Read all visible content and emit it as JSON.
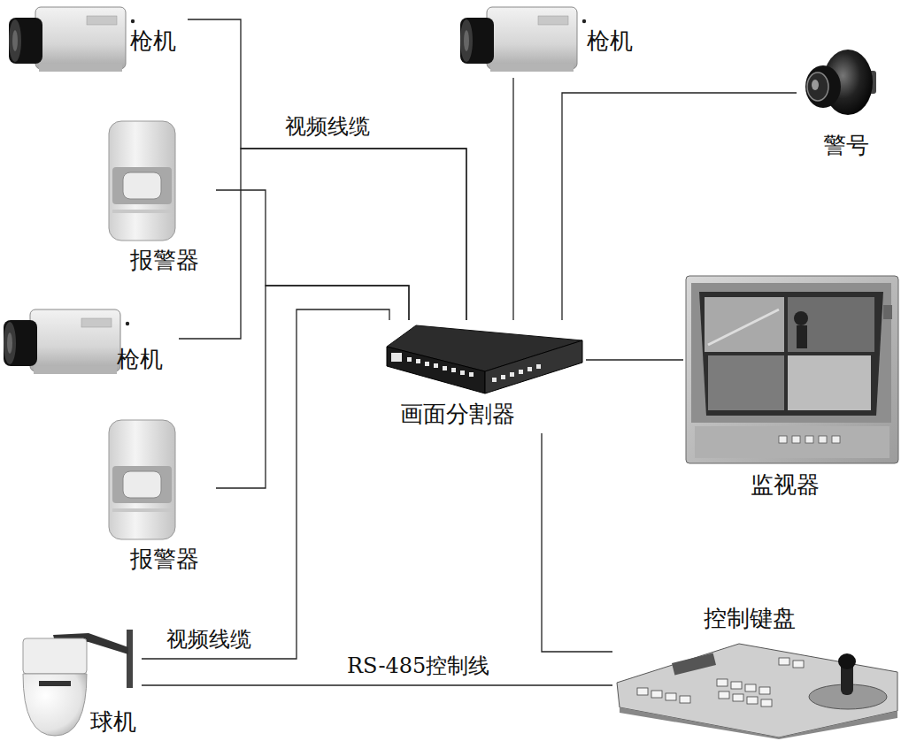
{
  "diagram": {
    "nodes": [
      {
        "text": [
          "枪机"
        ]
      },
      {
        "text": [
          "枪机"
        ]
      },
      {
        "text": [
          "警号"
        ]
      },
      {
        "text": [
          "报警器"
        ]
      },
      {
        "text": [
          "枪机"
        ]
      },
      {
        "text": [
          "画面分割器"
        ]
      },
      {
        "text": [
          "监视器"
        ]
      },
      {
        "text": [
          "报警器"
        ]
      },
      {
        "text": [
          "控制键盘"
        ]
      },
      {
        "text": [
          "球机"
        ]
      }
    ],
    "edges": [
      {
        "from": 0,
        "to": 5,
        "arrow": "none",
        "label": "视频线缆"
      },
      {
        "from": 4,
        "to": 5,
        "arrow": "none"
      },
      {
        "from": 3,
        "to": 5,
        "arrow": "none"
      },
      {
        "from": 7,
        "to": 5,
        "arrow": "none"
      },
      {
        "from": 1,
        "to": 5,
        "arrow": "none"
      },
      {
        "from": 2,
        "to": 5,
        "arrow": "none"
      },
      {
        "from": 5,
        "to": 6,
        "arrow": "none"
      },
      {
        "from": 5,
        "to": 8,
        "arrow": "none"
      },
      {
        "from": 9,
        "to": 5,
        "arrow": "none",
        "label": "视频线缆"
      },
      {
        "from": 9,
        "to": 8,
        "arrow": "none",
        "label": "RS-485控制线"
      }
    ]
  }
}
